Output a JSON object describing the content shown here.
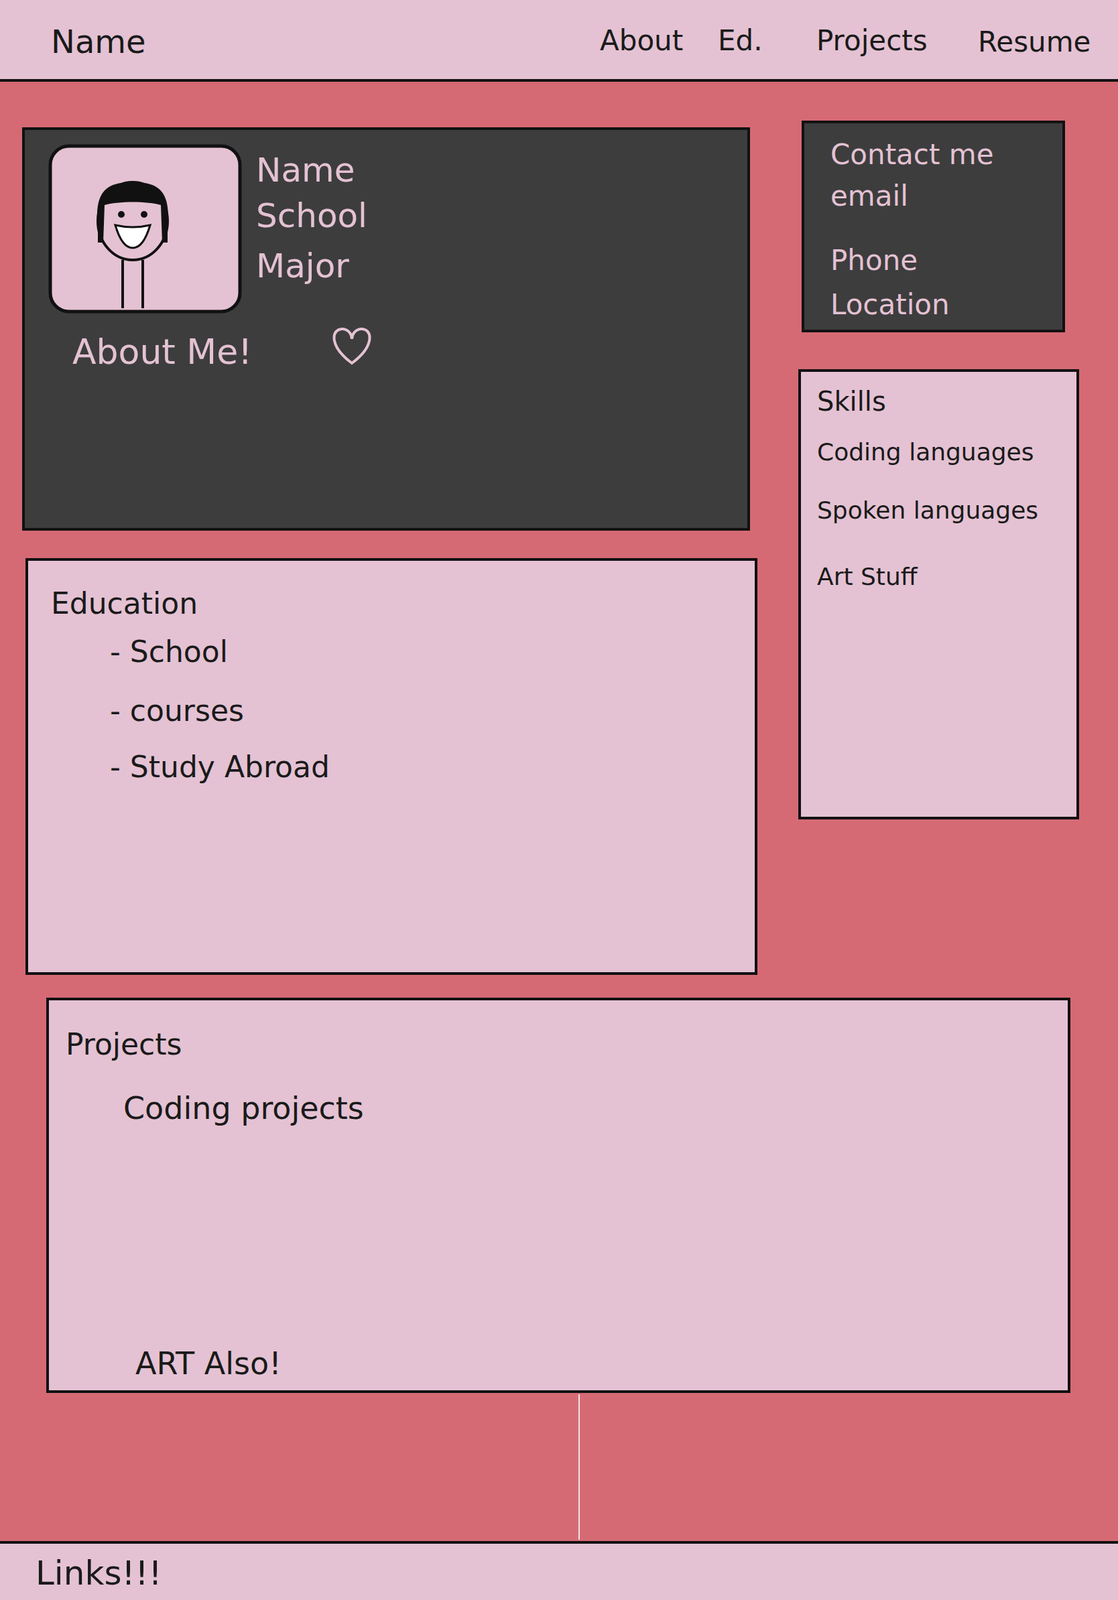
{
  "diagram": {
    "nodes": [
      {
        "text": [
          "Name",
          "About",
          "Ed.",
          "Projects",
          "Resume"
        ]
      },
      {
        "text": [
          "Name",
          "School",
          "Major",
          "About Me!"
        ]
      },
      {
        "text": [
          "Contact me",
          "email",
          "Phone",
          "Location"
        ]
      },
      {
        "text": [
          "Skills",
          "Coding languages",
          "Spoken languages",
          "Art Stuff"
        ]
      },
      {
        "text": [
          "Education",
          "- School",
          "- courses",
          "- Study Abroad"
        ]
      },
      {
        "text": [
          "Projects",
          "Coding projects",
          "ART Also!"
        ]
      },
      {
        "text": [
          "Links!!!"
        ]
      }
    ]
  }
}
